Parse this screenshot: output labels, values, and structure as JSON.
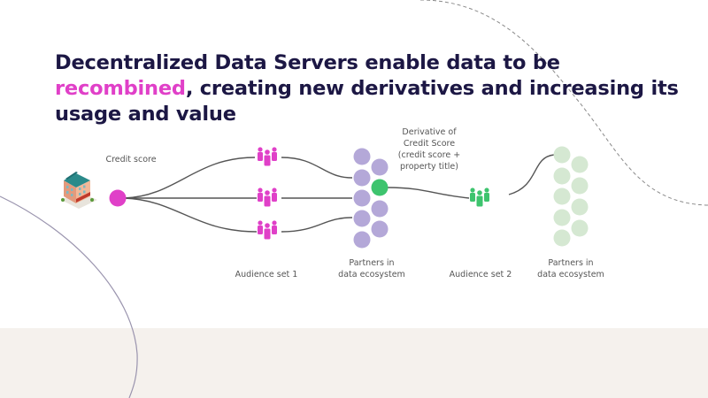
{
  "slide": {
    "title": {
      "part1": "Decentralized Data Servers enable data to be ",
      "highlight": "recombined",
      "part2": ", creating new derivatives and increasing its usage and value"
    },
    "colors": {
      "title": "#1c1744",
      "highlight": "#e040c8",
      "source_node": "#e040c8",
      "audience1": "#e040c8",
      "partners1": "#b4a8d8",
      "derivative_node": "#3ec46e",
      "audience2": "#3ec46e",
      "partners2": "#d5e8d2",
      "band": "#f5f1ed"
    }
  },
  "diagram": {
    "source": {
      "label": "Credit score",
      "icon": "building-icon"
    },
    "audience_set_1": {
      "label": "Audience set 1",
      "icon": "people-group-icon",
      "count": 3
    },
    "partners_1": {
      "label_line1": "Partners in",
      "label_line2": "data ecosystem"
    },
    "derivative": {
      "line1": "Derivative of",
      "line2": "Credit Score",
      "line3": "(credit score +",
      "line4": "property title)"
    },
    "audience_set_2": {
      "label": "Audience set 2",
      "icon": "people-group-icon"
    },
    "partners_2": {
      "label_line1": "Partners in",
      "label_line2": "data ecosystem"
    }
  }
}
